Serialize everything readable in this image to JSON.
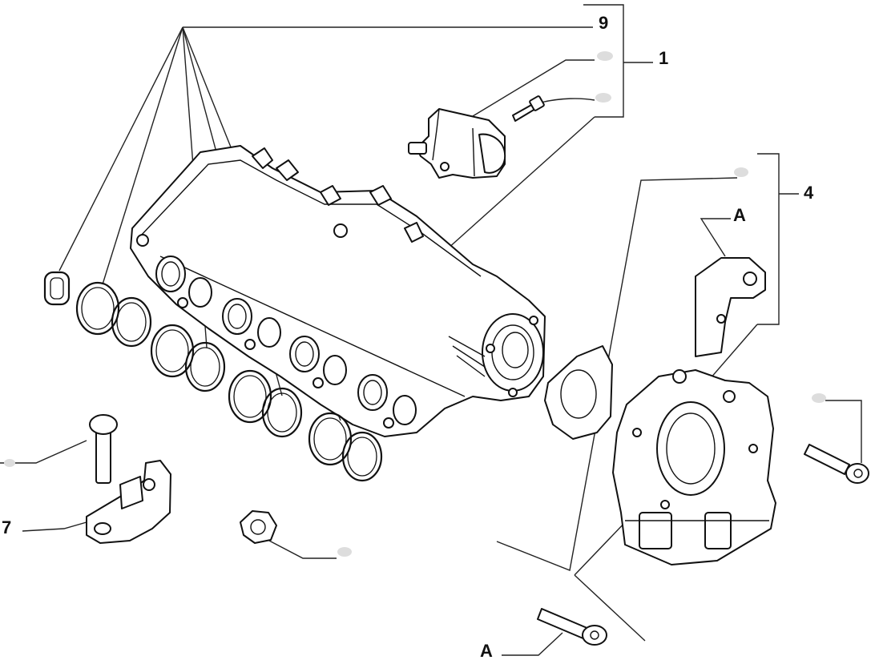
{
  "callouts": {
    "c9": "9",
    "c1": "1",
    "c4": "4",
    "cA_top": "A",
    "c7": "7",
    "cA_bottom": "A"
  }
}
